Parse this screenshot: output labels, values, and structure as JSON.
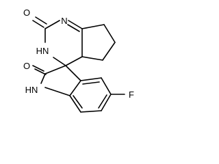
{
  "structure": {
    "atom_labels": {
      "carbonyl_oxygen_top": "O",
      "imine_nitrogen": "N",
      "pyrimidine_nh": "HN",
      "oxindole_oxygen": "O",
      "indole_nh": "HN",
      "fluorine": "F"
    }
  }
}
